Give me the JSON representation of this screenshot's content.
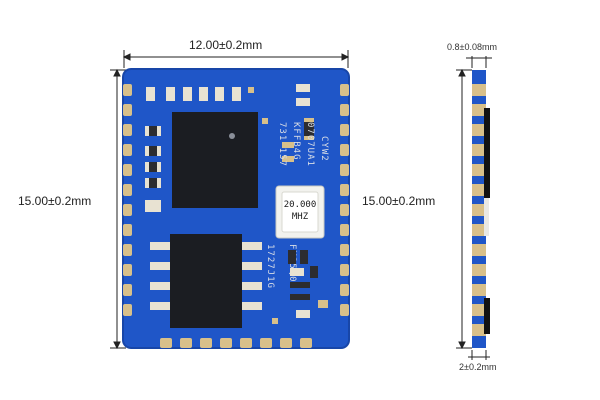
{
  "dimensions": {
    "top_width": "12.00±0.2mm",
    "left_height": "15.00±0.2mm",
    "side_height": "15.00±0.2mm",
    "side_thickness": "0.8±0.08mm",
    "side_pad_width": "2±0.2mm"
  },
  "chip_main": {
    "line1": "CYW2",
    "line2": "0707UA1",
    "line3": "KFFB4G",
    "line4": "731 157"
  },
  "chip_flash": {
    "line1": "FM25Q04",
    "line2": "1727J1G"
  },
  "crystal": {
    "line1": "20.000",
    "line2": "MHZ"
  },
  "colors": {
    "board": "#1f56c8",
    "pad": "#d8c08a",
    "chip": "#1b1d22"
  }
}
